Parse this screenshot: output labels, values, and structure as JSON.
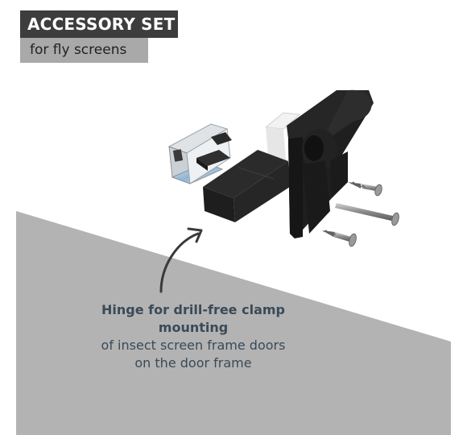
{
  "header": {
    "title": "ACCESSORY SET",
    "subtitle": "for fly screens"
  },
  "caption": {
    "headline_line1": "Hinge for drill-free clamp",
    "headline_line2": "mounting",
    "body_line1": "of insect screen frame doors",
    "body_line2": "on the door frame"
  },
  "colors": {
    "title_bg": "#3d3d3d",
    "subtitle_bg": "#a9a9a9",
    "panel_grey": "#b3b3b3",
    "caption_text": "#3a4a58",
    "hinge_black": "#1f1f1f"
  },
  "icons": {
    "arrow": "curved-arrow-icon"
  }
}
